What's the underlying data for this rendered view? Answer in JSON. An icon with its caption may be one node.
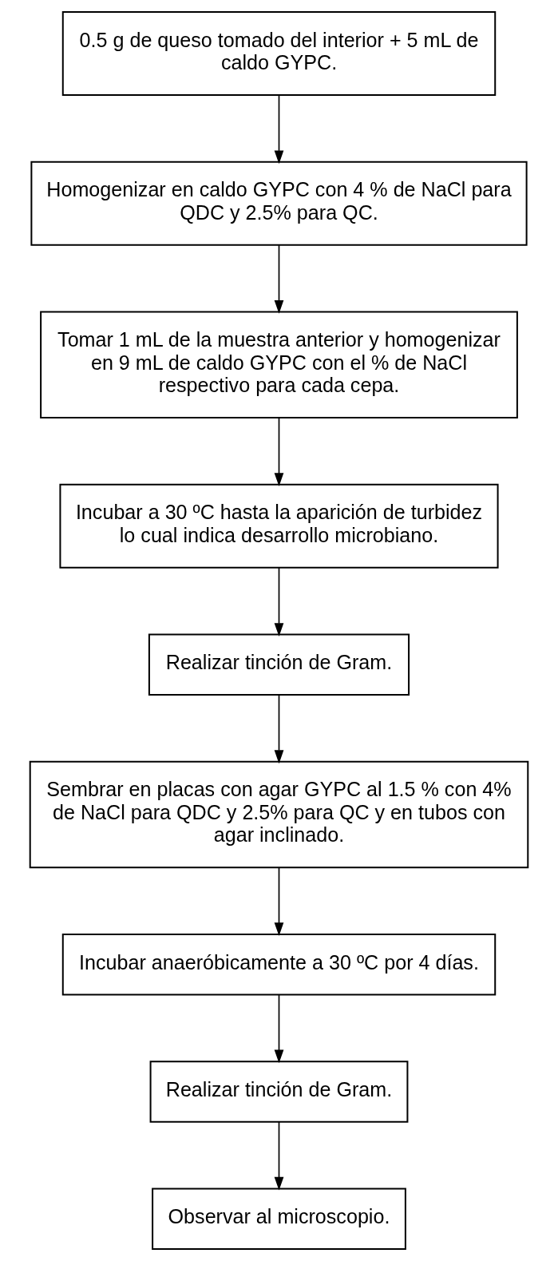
{
  "diagram": {
    "nodes": [
      {
        "text": [
          "0.5 g de queso tomado del interior + 5 mL de caldo GYPC."
        ]
      },
      {
        "text": [
          "Homogenizar en caldo GYPC con 4 % de NaCl para QDC y 2.5% para QC."
        ]
      },
      {
        "text": [
          "Tomar 1 mL de la muestra anterior y homogenizar en 9 mL de caldo GYPC con el % de NaCl respectivo para cada cepa."
        ]
      },
      {
        "text": [
          "Incubar a 30 ºC hasta la aparición de turbidez lo cual indica desarrollo microbiano."
        ]
      },
      {
        "text": [
          "Realizar tinción de Gram."
        ]
      },
      {
        "text": [
          "Sembrar en placas con agar GYPC al 1.5 % con 4%  de NaCl para QDC y 2.5% para QC y en tubos con agar inclinado."
        ]
      },
      {
        "text": [
          "Incubar anaeróbicamente a 30 ºC por 4 días."
        ]
      },
      {
        "text": [
          "Realizar tinción de Gram."
        ]
      },
      {
        "text": [
          "Observar al microscopio."
        ]
      }
    ],
    "edges": [
      {
        "from": 0,
        "to": 1,
        "arrow": "to"
      },
      {
        "from": 1,
        "to": 2,
        "arrow": "to"
      },
      {
        "from": 2,
        "to": 3,
        "arrow": "to"
      },
      {
        "from": 3,
        "to": 4,
        "arrow": "to"
      },
      {
        "from": 4,
        "to": 5,
        "arrow": "to"
      },
      {
        "from": 5,
        "to": 6,
        "arrow": "to"
      },
      {
        "from": 6,
        "to": 7,
        "arrow": "to"
      },
      {
        "from": 7,
        "to": 8,
        "arrow": "to"
      }
    ]
  }
}
